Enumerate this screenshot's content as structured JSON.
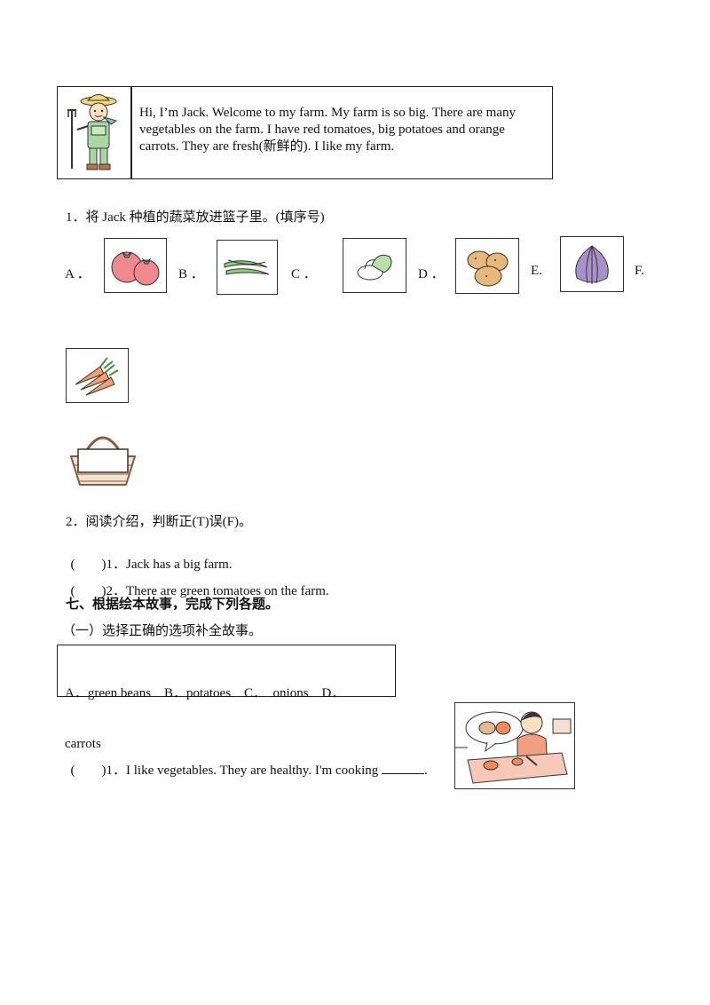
{
  "intro": {
    "lines": [
      "Hi, I’m Jack. Welcome to my farm. My farm is so big. There are many",
      "vegetables on the farm. I have red tomatoes, big potatoes and orange",
      "carrots. They are fresh(新鲜的). I like my farm."
    ]
  },
  "q1": {
    "prompt": "1．将 Jack 种植的蔬菜放进篮子里。(填序号)",
    "options": [
      {
        "letter": "A ．",
        "icon": "tomato-icon"
      },
      {
        "letter": "B ．",
        "icon": "green-beans-icon"
      },
      {
        "letter": "C ．",
        "icon": "cabbage-icon"
      },
      {
        "letter": "D ．",
        "icon": "potato-icon"
      },
      {
        "letter": "E.",
        "icon": "onion-icon"
      },
      {
        "letter": "F.",
        "icon": "carrot-icon"
      }
    ]
  },
  "q2": {
    "prompt": "2．阅读介绍，判断正(T)误(F)。",
    "items": [
      {
        "paren": "(　　)",
        "text": "1．Jack has a big farm."
      },
      {
        "paren": "(　　)",
        "text": "2．There are green tomatoes on the farm."
      }
    ]
  },
  "section7": {
    "heading": "七、根据绘本故事，完成下列各题。",
    "sub": "（一）选择正确的选项补全故事。",
    "choices_line1": "A．green beans　B．potatoes　C．　onions　D．",
    "choices_line2": "carrots",
    "item": {
      "paren": "(　　)",
      "text": "1．I like vegetables. They are healthy. I'm cooking",
      "end": "."
    }
  }
}
